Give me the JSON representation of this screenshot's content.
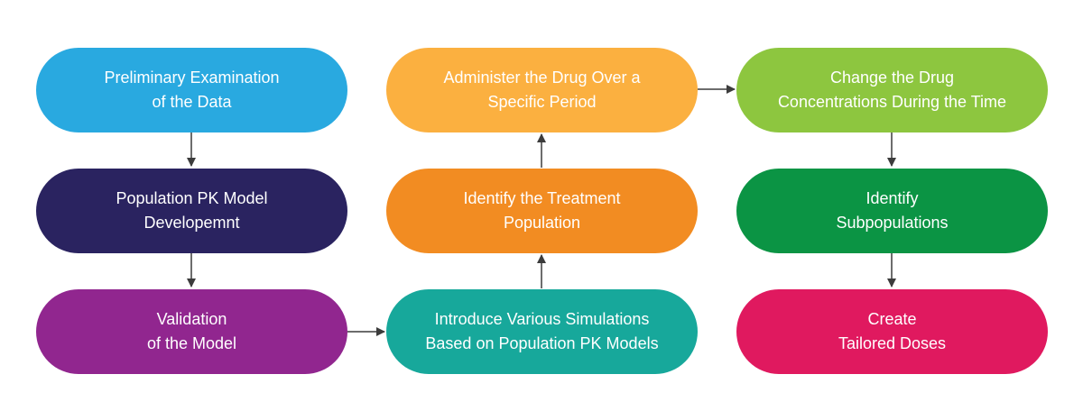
{
  "diagram": {
    "nodes": [
      {
        "id": "preliminary-examination",
        "label": "Preliminary Examination\nof the Data",
        "color": "#29a9e0"
      },
      {
        "id": "population-pk-model",
        "label": "Population PK Model\nDevelopemnt",
        "color": "#2a2360"
      },
      {
        "id": "validation",
        "label": "Validation\nof the Model",
        "color": "#91268f"
      },
      {
        "id": "introduce-simulations",
        "label": "Introduce Various Simulations\nBased on Population PK Models",
        "color": "#17a89b"
      },
      {
        "id": "identify-treatment-population",
        "label": "Identify the Treatment\nPopulation",
        "color": "#f28c22"
      },
      {
        "id": "administer-drug",
        "label": "Administer the Drug Over a\nSpecific Period",
        "color": "#fbb040"
      },
      {
        "id": "change-concentrations",
        "label": "Change the Drug\nConcentrations During the Time",
        "color": "#8dc63f"
      },
      {
        "id": "identify-subpopulations",
        "label": "Identify\nSubpopulations",
        "color": "#0b9444"
      },
      {
        "id": "create-tailored-doses",
        "label": "Create\nTailored Doses",
        "color": "#e0195f"
      }
    ],
    "edges": [
      {
        "from": "preliminary-examination",
        "to": "population-pk-model"
      },
      {
        "from": "population-pk-model",
        "to": "validation"
      },
      {
        "from": "validation",
        "to": "introduce-simulations"
      },
      {
        "from": "introduce-simulations",
        "to": "identify-treatment-population"
      },
      {
        "from": "identify-treatment-population",
        "to": "administer-drug"
      },
      {
        "from": "administer-drug",
        "to": "change-concentrations"
      },
      {
        "from": "change-concentrations",
        "to": "identify-subpopulations"
      },
      {
        "from": "identify-subpopulations",
        "to": "create-tailored-doses"
      }
    ],
    "arrow_color": "#3c3c3c"
  }
}
